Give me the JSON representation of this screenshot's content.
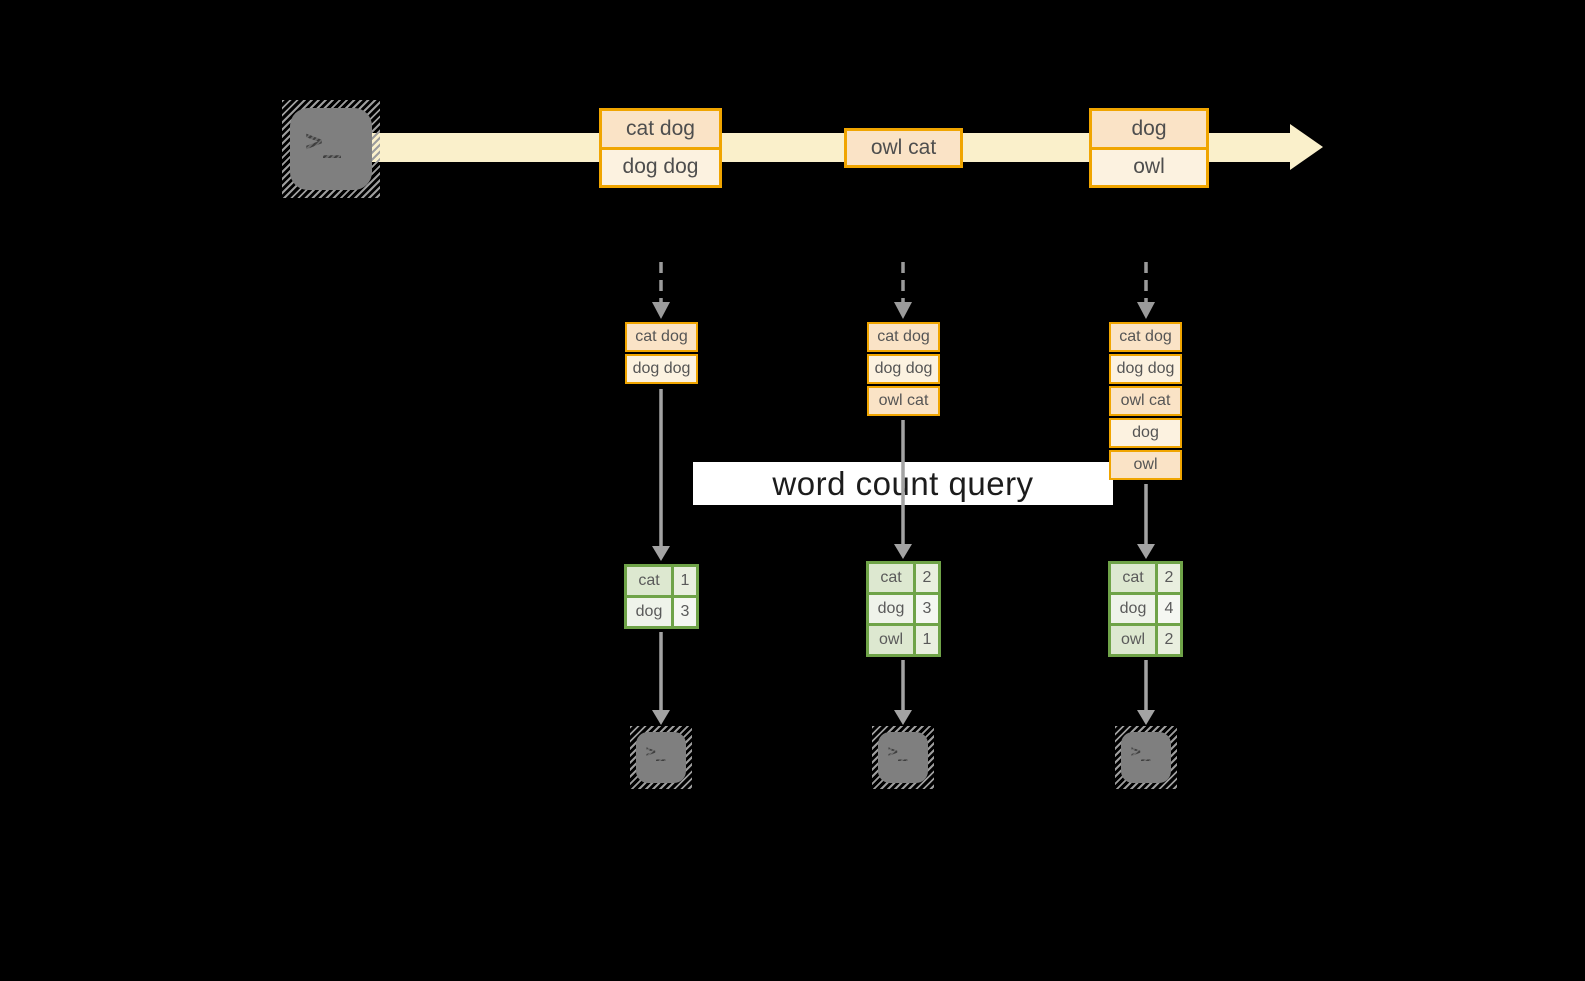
{
  "banner": {
    "label": "word count query"
  },
  "icons": {
    "source_terminal": "terminal-icon",
    "sink_terminal": "terminal-icon",
    "prompt_glyph": ">_"
  },
  "colors": {
    "amber_border": "#F0A500",
    "peach_fill": "#FAE3C6",
    "cream_fill": "#FCF2E0",
    "stream_band": "#FAF0CB",
    "green_border": "#6FA348",
    "green_cell": "#DDE8D0",
    "green_cell_light": "#EFF3EA",
    "arrow_gray": "#9B9B9B",
    "terminal_gray": "#7F7F7F",
    "banner_bg": "#FFFFFF"
  },
  "timeline": {
    "boxes": [
      {
        "rows": [
          "cat dog",
          "dog dog"
        ]
      },
      {
        "rows": [
          "owl cat"
        ]
      },
      {
        "rows": [
          "dog",
          "owl"
        ]
      }
    ]
  },
  "columns": [
    {
      "stack": [
        "cat dog",
        "dog dog"
      ],
      "table": {
        "rows": [
          {
            "word": "cat",
            "count": "1"
          },
          {
            "word": "dog",
            "count": "3"
          }
        ]
      }
    },
    {
      "stack": [
        "cat dog",
        "dog dog",
        "owl cat"
      ],
      "table": {
        "rows": [
          {
            "word": "cat",
            "count": "2"
          },
          {
            "word": "dog",
            "count": "3"
          },
          {
            "word": "owl",
            "count": "1"
          }
        ]
      }
    },
    {
      "stack": [
        "cat dog",
        "dog dog",
        "owl cat",
        "dog",
        "owl"
      ],
      "table": {
        "rows": [
          {
            "word": "cat",
            "count": "2"
          },
          {
            "word": "dog",
            "count": "4"
          },
          {
            "word": "owl",
            "count": "2"
          }
        ]
      }
    }
  ]
}
